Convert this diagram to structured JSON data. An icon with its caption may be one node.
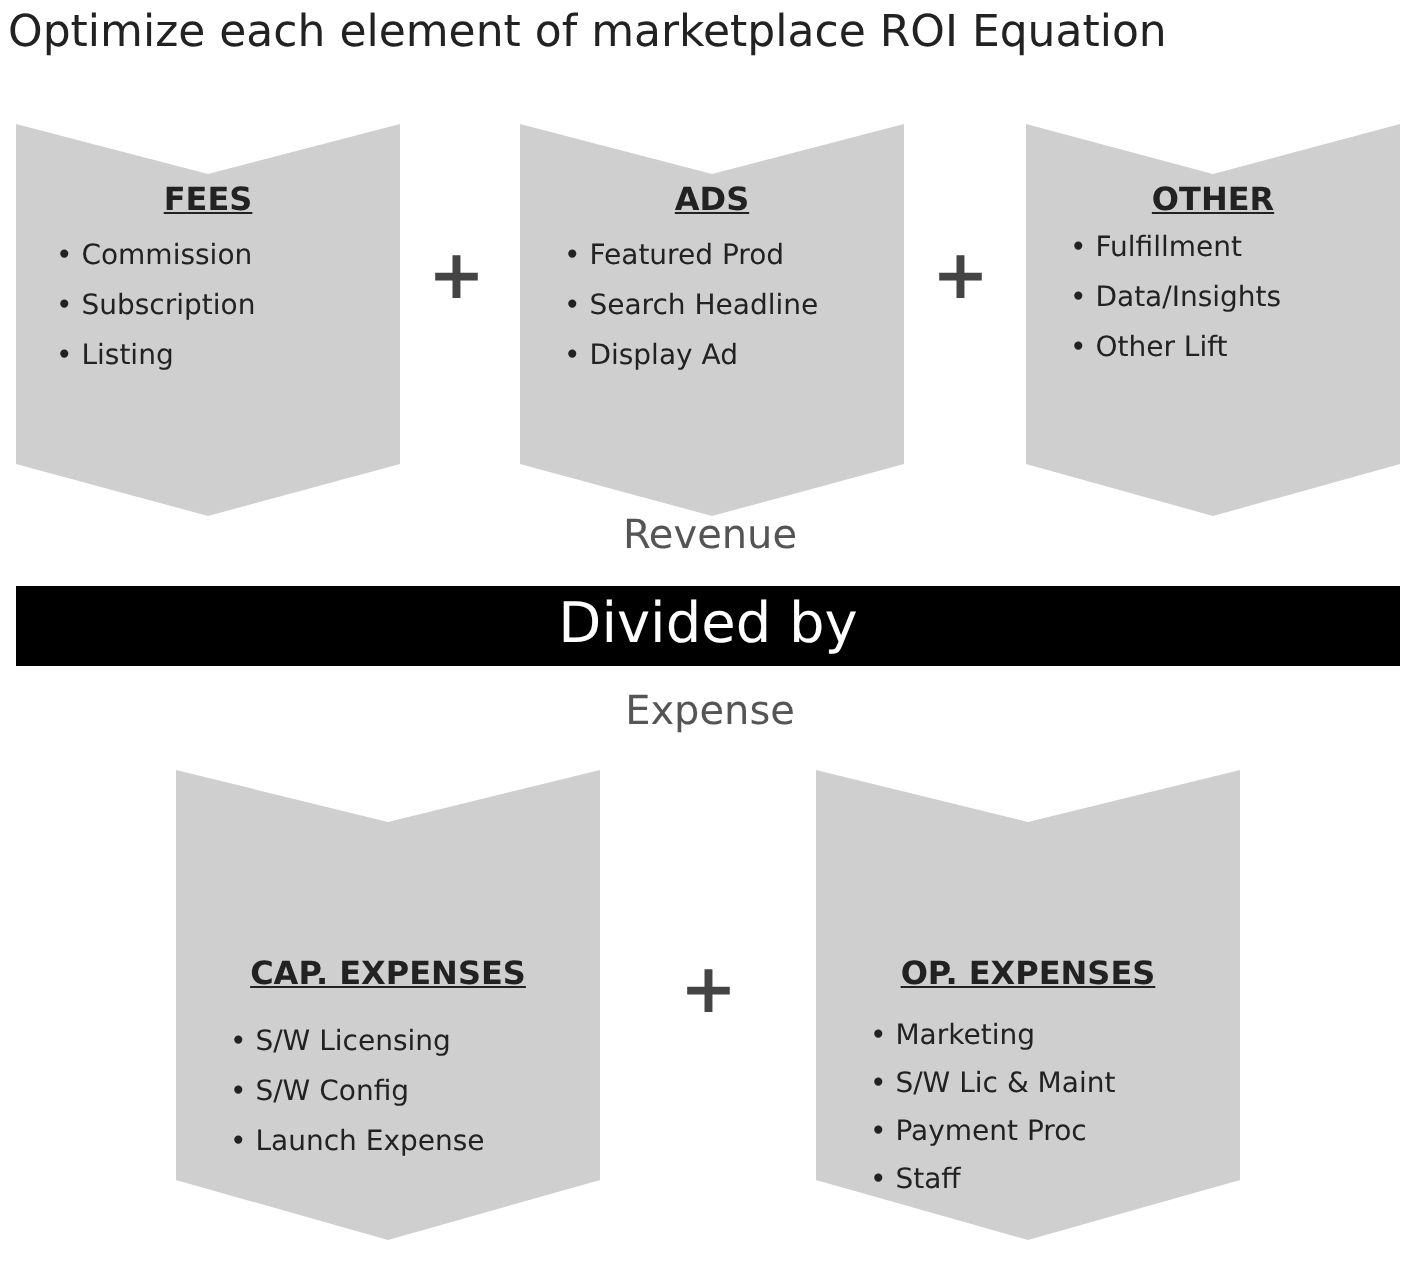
{
  "diagram": {
    "title": "Optimize each element of  marketplace ROI Equation",
    "nodes": [
      {
        "text": [
          "FEES",
          "• Commission",
          "• Subscription",
          "• Listing"
        ]
      },
      {
        "text": [
          "ADS",
          "• Featured Prod",
          "• Search Headline",
          "• Display Ad"
        ]
      },
      {
        "text": [
          "OTHER",
          "• Fulfillment",
          "• Data/Insights",
          "• Other Lift"
        ]
      },
      {
        "text": [
          "Divided by"
        ]
      },
      {
        "text": [
          "CAP. EXPENSES",
          "• S/W Licensing",
          "• S/W Config",
          "• Launch Expense"
        ]
      },
      {
        "text": [
          "OP. EXPENSES",
          "• Marketing",
          "• S/W Lic & Maint",
          "• Payment Proc",
          "• Staff"
        ]
      }
    ],
    "labels": [
      "+",
      "+",
      "Revenue",
      "Expense",
      "+"
    ]
  }
}
